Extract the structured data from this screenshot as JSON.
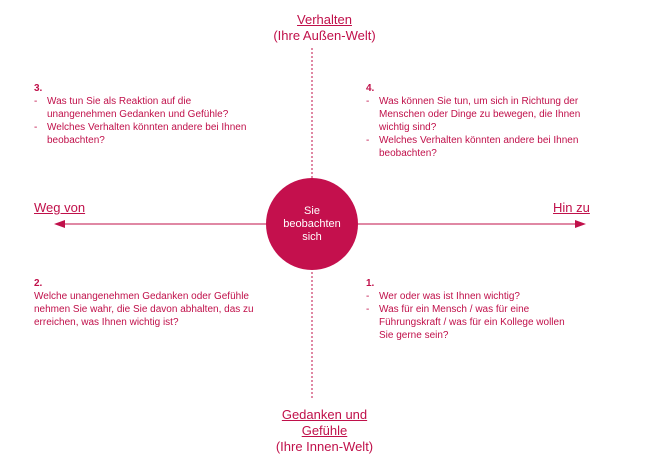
{
  "top": {
    "line1": "Verhalten",
    "line2": "(Ihre Außen-Welt)"
  },
  "bottom": {
    "line1": "Gedanken und",
    "line2": "Gefühle",
    "line3": "(Ihre Innen-Welt)"
  },
  "left": {
    "label": "Weg von"
  },
  "right": {
    "label": "Hin zu"
  },
  "center": {
    "label": "Sie beobachten sich"
  },
  "q3": {
    "number": "3.",
    "items": [
      "Was tun Sie als Reaktion auf die unangenehmen Gedanken und Gefühle?",
      "Welches Verhalten könnten andere bei Ihnen beobachten?"
    ]
  },
  "q4": {
    "number": "4.",
    "items": [
      "Was können Sie tun, um sich in Richtung der Menschen oder Dinge zu bewegen, die Ihnen wichtig sind?",
      "Welches Verhalten könnten andere bei Ihnen beobachten?"
    ]
  },
  "q2": {
    "number": "2.",
    "text": "Welche unangenehmen Gedanken oder Gefühle nehmen Sie wahr, die Sie davon abhalten, das zu erreichen, was Ihnen wichtig ist?"
  },
  "q1": {
    "number": "1.",
    "items": [
      "Wer oder was ist Ihnen wichtig?",
      "Was für ein Mensch / was für eine Führungskraft / was für ein Kollege wollen Sie gerne sein?"
    ]
  },
  "colors": {
    "accent": "#c0104a",
    "circle": "#c4104d",
    "circle_text": "#ffffff"
  }
}
